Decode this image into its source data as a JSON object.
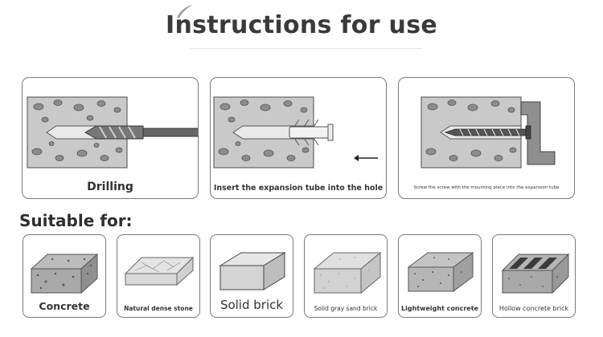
{
  "header": {
    "title": "Instructions for use"
  },
  "steps": [
    {
      "icon": "drilling-icon",
      "caption": "Drilling"
    },
    {
      "icon": "insert-expansion-tube-icon",
      "caption": "Insert the expansion tube into the hole"
    },
    {
      "icon": "screw-mounting-icon",
      "caption": "Screw the screw with the mounting piece into the expansion tube"
    }
  ],
  "suitable": {
    "heading": "Suitable for:",
    "materials": [
      {
        "icon": "concrete-block-icon",
        "label": "Concrete"
      },
      {
        "icon": "natural-stone-block-icon",
        "label": "Natural dense stone"
      },
      {
        "icon": "solid-brick-icon",
        "label": "Solid brick"
      },
      {
        "icon": "sand-brick-icon",
        "label": "Solid gray sand brick"
      },
      {
        "icon": "lightweight-concrete-icon",
        "label": "Lightweight concrete"
      },
      {
        "icon": "hollow-concrete-brick-icon",
        "label": "Hollow concrete brick"
      }
    ]
  },
  "colors": {
    "wall_fill": "#c8c8c8",
    "stone_fill": "#8e8e8e",
    "outline": "#555555",
    "arrow": "#222222"
  }
}
